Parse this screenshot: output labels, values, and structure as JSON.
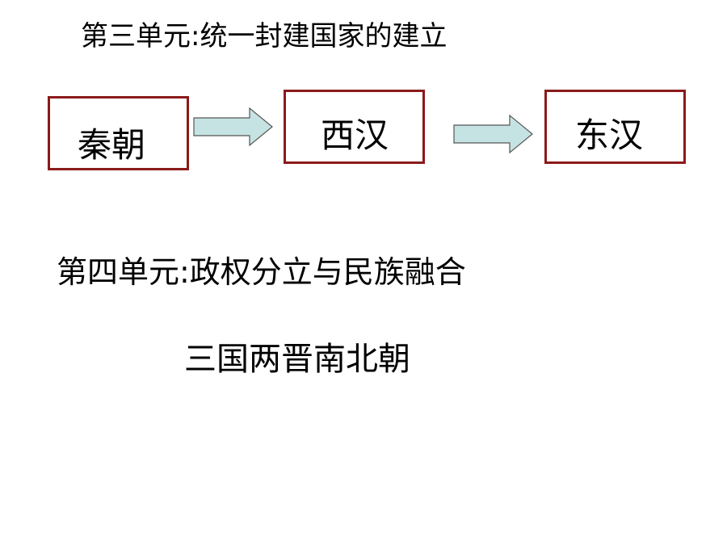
{
  "unit3": {
    "title": "第三单元:统一封建国家的建立",
    "nodes": [
      "秦朝",
      "西汉",
      "东汉"
    ]
  },
  "unit4": {
    "title": "第四单元:政权分立与民族融合",
    "subtitle": "三国两晋南北朝"
  },
  "colors": {
    "box_border": "#8b1a1a",
    "arrow_fill": "#c6e3e3",
    "arrow_stroke": "#555555"
  }
}
